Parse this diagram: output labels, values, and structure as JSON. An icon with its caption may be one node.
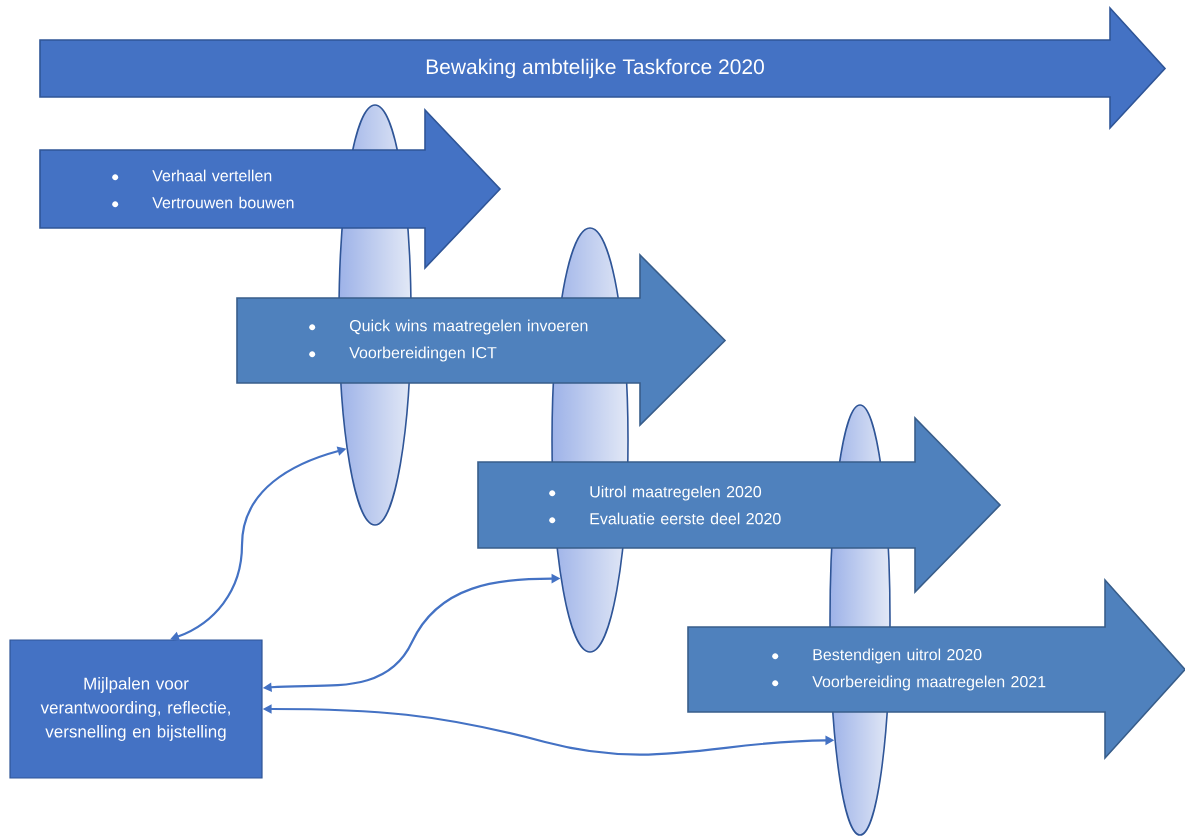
{
  "diagram": {
    "nodes": [
      {
        "text": [
          "Bewaking ambtelijke Taskforce 2020"
        ]
      },
      {
        "text": [
          "Verhaal vertellen",
          "Vertrouwen bouwen"
        ]
      },
      {
        "text": [],
        "shape": "ellipse"
      },
      {
        "text": [
          "Quick wins maatregelen invoeren",
          "Voorbereidingen ICT"
        ]
      },
      {
        "text": [],
        "shape": "ellipse"
      },
      {
        "text": [
          "Uitrol maatregelen 2020",
          "Evaluatie eerste deel 2020"
        ]
      },
      {
        "text": [],
        "shape": "ellipse"
      },
      {
        "text": [
          "Bestendigen uitrol 2020",
          "Voorbereiding maatregelen 2021"
        ]
      },
      {
        "text": [
          "Mijlpalen voor verantwoording, reflectie, versnelling en bijstelling"
        ]
      }
    ],
    "edges": [
      {
        "from": 8,
        "to": 2,
        "arrow": "both"
      },
      {
        "from": 8,
        "to": 4,
        "arrow": "both"
      },
      {
        "from": 8,
        "to": 6,
        "arrow": "both"
      }
    ]
  }
}
